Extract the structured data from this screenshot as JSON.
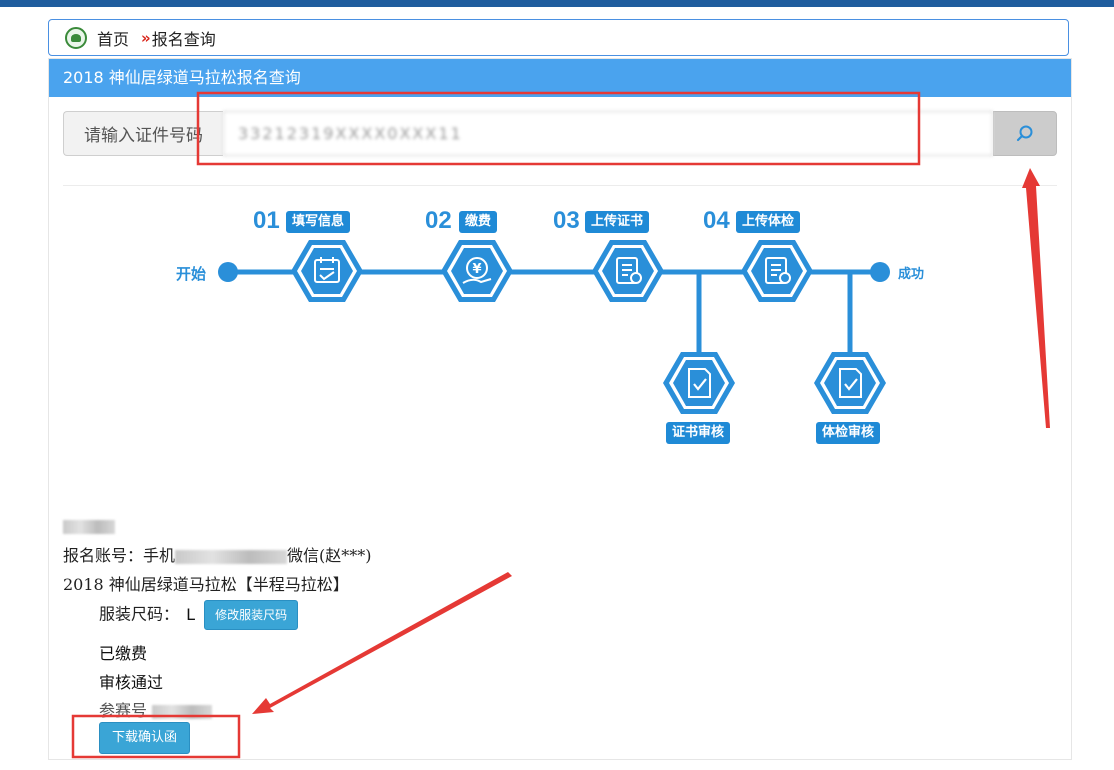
{
  "breadcrumb": {
    "home": "首页",
    "separator": "»",
    "current": "报名查询"
  },
  "card": {
    "title": "2018 神仙居绿道马拉松报名查询"
  },
  "search": {
    "label": "请输入证件号码",
    "value": "33212319XXXX0XXX11",
    "button_icon": "search-icon"
  },
  "flow": {
    "start_label": "开始",
    "end_label": "成功",
    "steps": [
      {
        "num": "01",
        "label": "填写信息",
        "icon": "form-icon"
      },
      {
        "num": "02",
        "label": "缴费",
        "icon": "payment-icon"
      },
      {
        "num": "03",
        "label": "上传证书",
        "icon": "certificate-icon"
      },
      {
        "num": "04",
        "label": "上传体检",
        "icon": "certificate-icon"
      }
    ],
    "reviews": [
      {
        "label": "证书审核",
        "icon": "check-document-icon"
      },
      {
        "label": "体检审核",
        "icon": "check-document-icon"
      }
    ]
  },
  "info": {
    "account_prefix": "报名账号：手机",
    "account_suffix": "微信(赵***)",
    "event": "2018 神仙居绿道马拉松【半程马拉松】",
    "size_label": "服装尺码：",
    "size_value": "L",
    "size_button": "修改服装尺码",
    "paid_status": "已缴费",
    "review_status": "审核通过",
    "bib_label": "参赛号",
    "download_button": "下载确认函"
  },
  "colors": {
    "accent": "#2a8fd9",
    "header": "#4aa3ee",
    "topbar": "#1f5d9e",
    "annotation": "#e53935"
  }
}
